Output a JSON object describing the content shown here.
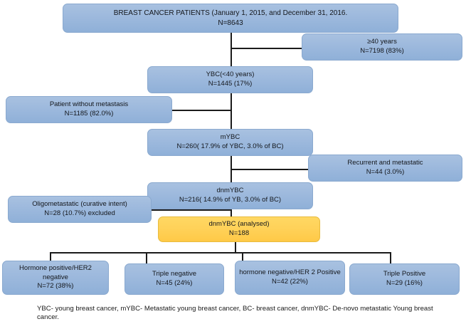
{
  "figure": {
    "type": "flowchart",
    "title": "Patient selection flow diagram",
    "colors": {
      "node_fill": "#9db9dd",
      "node_border": "#8aa9cf",
      "highlight_fill": "#ffd158",
      "highlight_border": "#e8bb3f",
      "connector": "#1b1b1b",
      "background": "#ffffff",
      "text": "#14171c"
    }
  },
  "nodes": {
    "root": {
      "label": "BREAST CANCER PATIENTS (January 1, 2015, and December 31, 2016.\nN=8643",
      "line1": "BREAST CANCER PATIENTS (January 1, 2015, and December 31, 2016.",
      "count": "N=8643"
    },
    "over40": {
      "label": "≥40 years\nN=7198 (83%)",
      "line1": "≥40 years",
      "count": "N=7198 (83%)"
    },
    "ybc": {
      "label": "YBC(<40 years)\nN=1445 (17%)",
      "line1": "YBC(<40 years)",
      "count": "N=1445 (17%)"
    },
    "no_metastasis": {
      "label": "Patient without metastasis\nN=1185 (82.0%)",
      "line1": "Patient without metastasis",
      "count": "N=1185 (82.0%)"
    },
    "mybc": {
      "label": "mYBC\nN=260( 17.9% of YBC, 3.0% of BC)",
      "line1": "mYBC",
      "count": "N=260( 17.9% of YBC, 3.0% of BC)"
    },
    "recurrent": {
      "label": "Recurrent and metastatic\nN=44 (3.0%)",
      "line1": "Recurrent and metastatic",
      "count": "N=44 (3.0%)"
    },
    "dnmybc": {
      "label": "dnmYBC\nN=216( 14.9% of YB, 3.0% of BC)",
      "line1": "dnmYBC",
      "count": "N=216( 14.9% of YB, 3.0% of BC)"
    },
    "oligometastatic": {
      "label": "Oligometastatic (curative intent)\nN=28 (10.7%) excluded",
      "line1": "Oligometastatic (curative intent)",
      "count": "N=28 (10.7%) excluded"
    },
    "analysed": {
      "label": "dnmYBC (analysed)\nN=188",
      "line1": "dnmYBC (analysed)",
      "count": "N=188"
    },
    "subtype_1": {
      "label": "Hormone positive/HER2 negative\nN=72 (38%)",
      "line1": "Hormone positive/HER2 negative",
      "count": "N=72 (38%)"
    },
    "subtype_2": {
      "label": "Triple negative\nN=45 (24%)",
      "line1": "Triple negative",
      "count": "N=45 (24%)"
    },
    "subtype_3": {
      "label": "hormone negative/HER 2 Positive\nN=42 (22%)",
      "line1": "hormone negative/HER 2 Positive",
      "count": "N=42 (22%)"
    },
    "subtype_4": {
      "label": "Triple Positive\nN=29 (16%)",
      "line1": "Triple Positive",
      "count": "N=29 (16%)"
    }
  },
  "caption": {
    "text": "YBC- young breast cancer, mYBC- Metastatic young breast cancer, BC- breast cancer, dnmYBC- De-novo metastatic Young breast cancer."
  }
}
